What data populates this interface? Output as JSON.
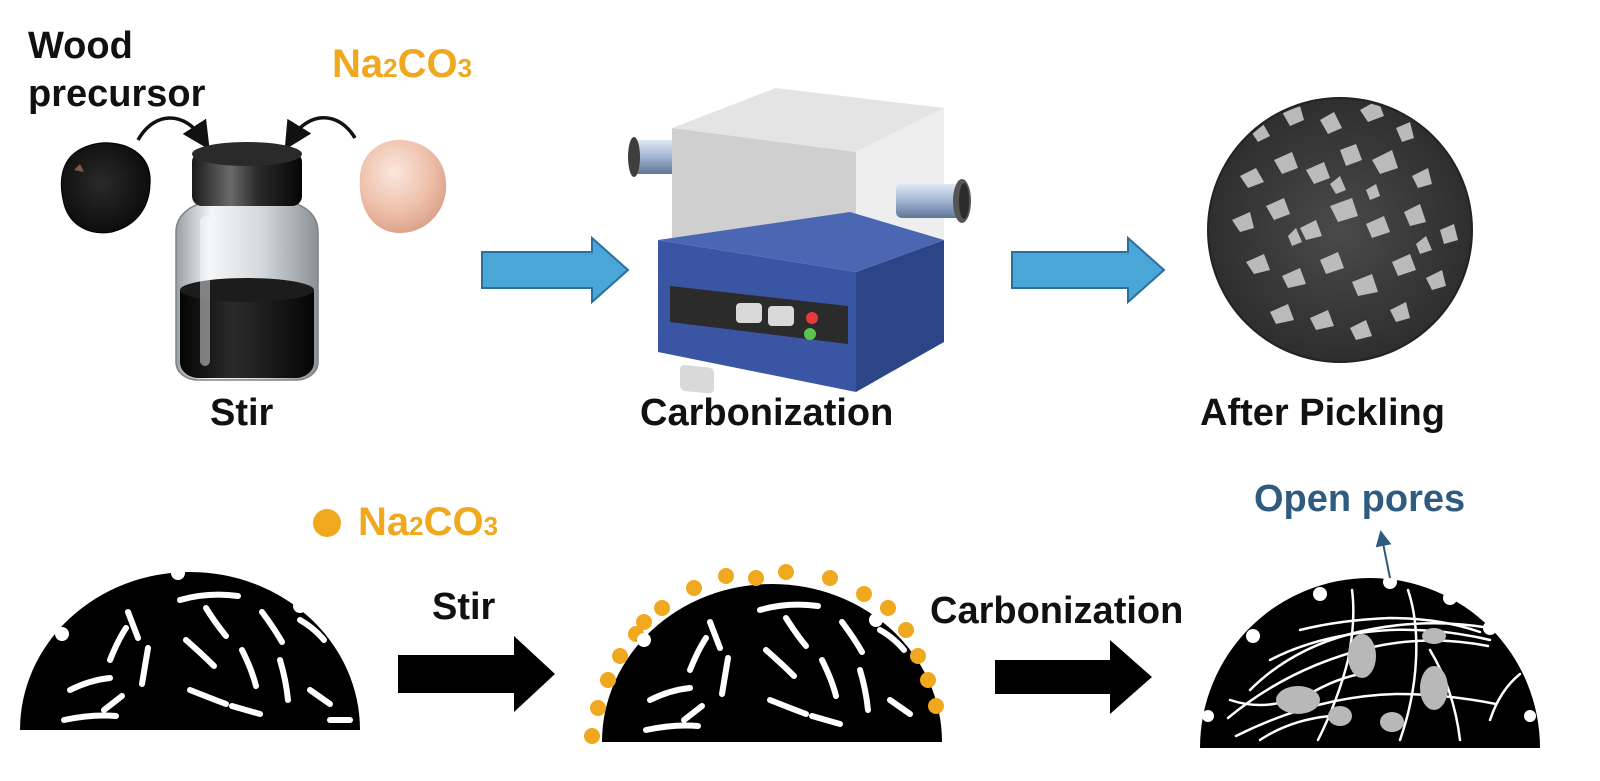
{
  "title": "",
  "top": {
    "wood_label_line1": "Wood",
    "wood_label_line2": "precursor",
    "na2co3_top": {
      "main": "Na",
      "sub1": "2",
      "mid": "CO",
      "sub2": "3"
    },
    "stir_label": "Stir",
    "carbonization_label": "Carbonization",
    "after_pickling_label": "After Pickling"
  },
  "bottom": {
    "legend_na2co3": {
      "main": "Na",
      "sub1": "2",
      "mid": "CO",
      "sub2": "3"
    },
    "stir_label": "Stir",
    "carbonization_label": "Carbonization",
    "open_pores_label": "Open pores"
  },
  "colors": {
    "orange": "#f0a81e",
    "arrow_blue": "#4aa6d6",
    "furnace_blue": "#3a55a3",
    "label_blue": "#2f5b80"
  }
}
